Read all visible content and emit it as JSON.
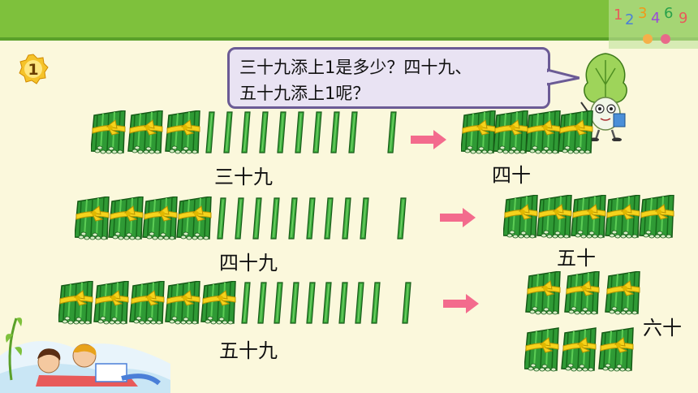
{
  "problem": {
    "number": "1"
  },
  "speech": {
    "line1": "三十九添上1是多少？四十九、",
    "line2": "五十九添上1呢？"
  },
  "rows": [
    {
      "bundles": 3,
      "singles": 9,
      "label": "三十九",
      "result_bundles": 4,
      "result_label": "四十"
    },
    {
      "bundles": 4,
      "singles": 9,
      "label": "四十九",
      "result_bundles": 5,
      "result_label": "五十"
    },
    {
      "bundles": 5,
      "singles": 9,
      "label": "五十九",
      "result_bundles": 6,
      "result_label": "六十"
    }
  ],
  "colors": {
    "stick": "#3fae3f",
    "stick_dark": "#1e6e1e",
    "ribbon": "#f5d31c",
    "arrow": "#f36b8d",
    "topbar": "#7ec13c"
  },
  "icons": [
    "number-badge-icon",
    "right-arrow-icon",
    "stick-bundle-icon",
    "single-stick-icon",
    "vegetable-teacher-icon",
    "children-reading-icon"
  ]
}
